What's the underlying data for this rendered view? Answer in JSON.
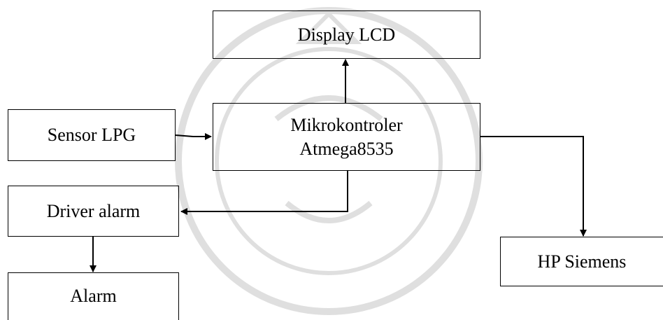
{
  "diagram": {
    "nodes": {
      "display_lcd": {
        "label": "Display LCD"
      },
      "sensor_lpg": {
        "label": "Sensor LPG"
      },
      "mikrokontroler": {
        "line1": "Mikrokontroler",
        "line2": "Atmega8535"
      },
      "driver_alarm": {
        "label": "Driver alarm"
      },
      "alarm": {
        "label": "Alarm"
      },
      "hp_siemens": {
        "label": "HP Siemens"
      }
    },
    "edges": [
      {
        "from": "sensor_lpg",
        "to": "mikrokontroler"
      },
      {
        "from": "mikrokontroler",
        "to": "display_lcd"
      },
      {
        "from": "mikrokontroler",
        "to": "driver_alarm"
      },
      {
        "from": "driver_alarm",
        "to": "alarm"
      },
      {
        "from": "mikrokontroler",
        "to": "hp_siemens"
      }
    ],
    "colors": {
      "line": "#000000",
      "watermark": "#d9d9d9"
    }
  }
}
